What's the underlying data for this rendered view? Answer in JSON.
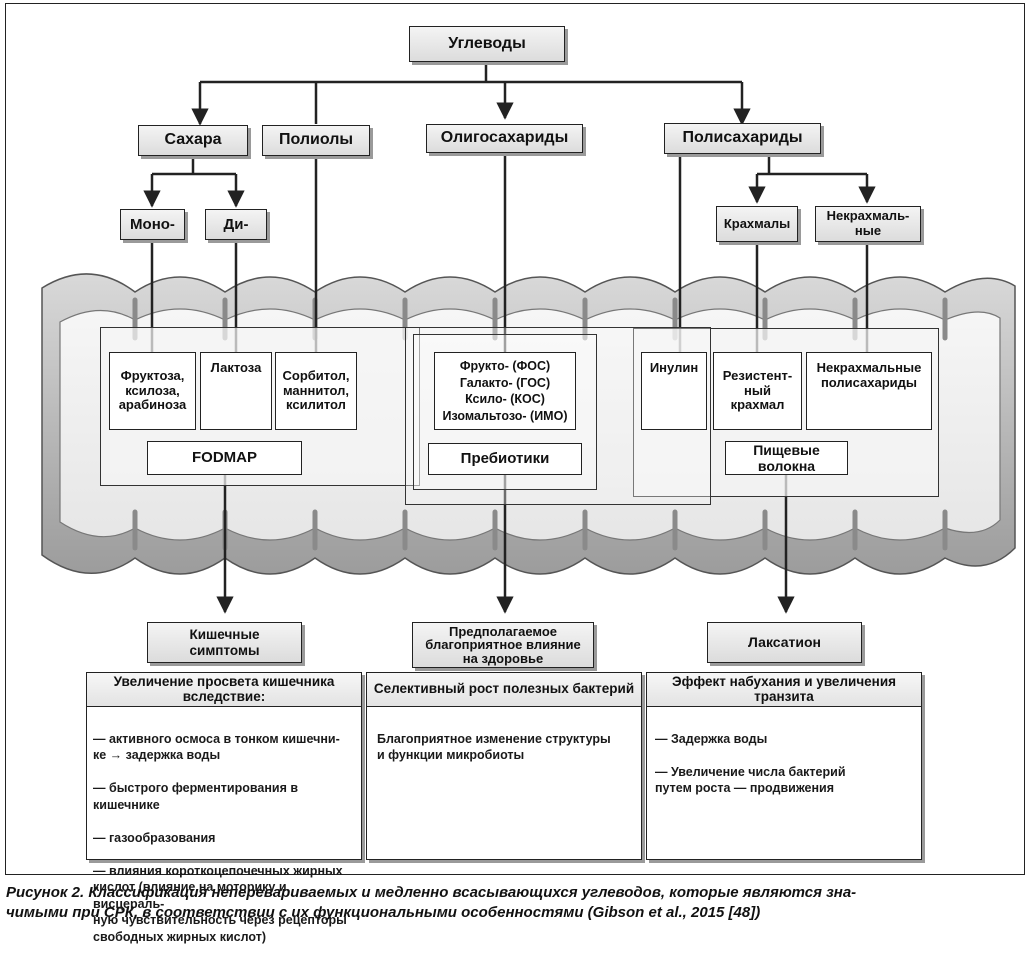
{
  "tree": {
    "root": "Углеводы",
    "sugars": "Сахара",
    "polyols": "Полиолы",
    "oligosaccharides": "Олигосахариды",
    "polysaccharides": "Полисахариды",
    "mono": "Моно-",
    "di": "Ди-",
    "starches": "Крахмалы",
    "non_starch": "Некрахмаль-\nные"
  },
  "intestine": {
    "fructose": "Фруктоза,\nксилоза,\nарабиноза",
    "lactose": "Лактоза",
    "sorbitol": "Сорбитол,\nманнитол,\nксилитол",
    "oligo_types": "Фрукто- (ФОС)\nГалакто- (ГОС)\nКсило- (КОС)\nИзомальтозо- (ИМО)",
    "inulin": "Инулин",
    "resistant_starch": "Резистент-\nный\nкрахмал",
    "non_starch_polysaccharides": "Некрахмальные\nполисахариды",
    "fodmap": "FODMAP",
    "prebiotics": "Пребиотики",
    "dietary_fiber": "Пищевые\nволокна"
  },
  "outcomes": {
    "symptoms": "Кишечные\nсимптомы",
    "health": "Предполагаемое\nблагоприятное влияние\nна здоровье",
    "laxation": "Лаксатион"
  },
  "cards": [
    {
      "title": "Увеличение просвета кишечника\nвследствие:",
      "items": [
        "— активного осмоса в тонком кишечни-\n    ке → задержка воды",
        "— быстрого ферментирования в кишечнике",
        "— газообразования",
        "— влияния короткоцепочечных жирных\n    кислот (влияние на моторику и висцераль-\n    ную чувствительность через рецепторы\n    свободных жирных кислот)"
      ]
    },
    {
      "title": "Селективный рост полезных бактерий",
      "items": [
        "Благоприятное изменение структуры\nи функции микробиоты"
      ]
    },
    {
      "title": "Эффект набухания и увеличения\nтранзита",
      "items": [
        "— Задержка воды",
        "— Увеличение числа бактерий\nпутем роста — продвижения"
      ]
    }
  ],
  "caption": "Рисунок 2. Классификация неперевариваемых и медленно всасывающихся углеводов, которые являются зна-\nчимыми при СРК, в соответствии с их функциональными особенностями (Gibson et al., 2015 [48])"
}
